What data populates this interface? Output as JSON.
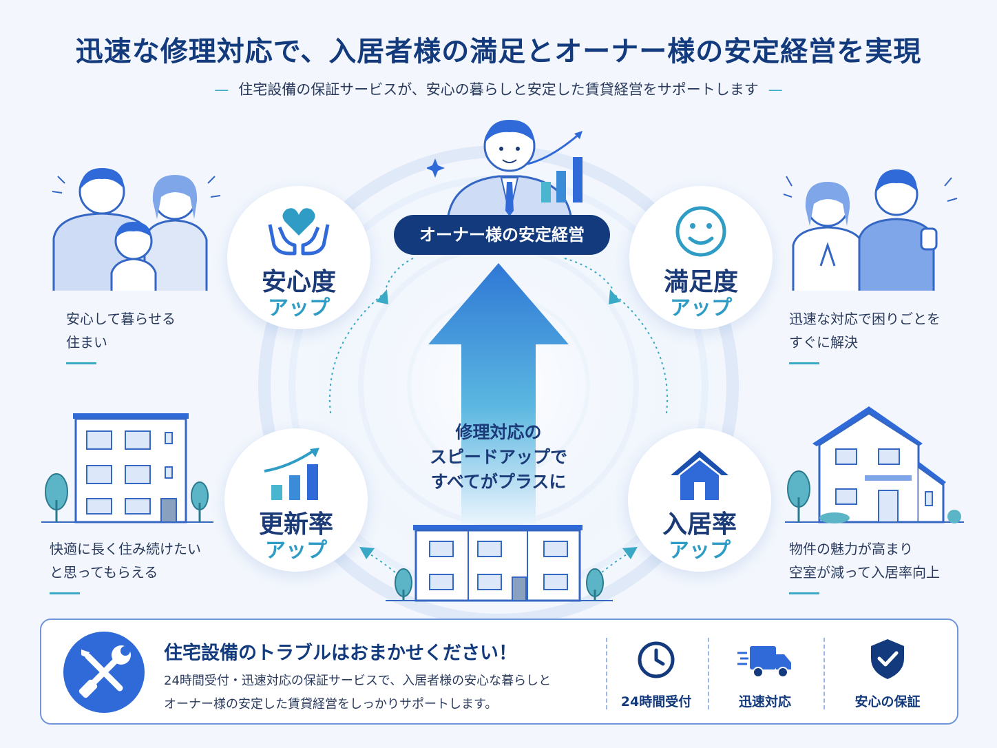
{
  "header": {
    "title": "迅速な修理対応で、入居者様の満足とオーナー様の安定経営を実現",
    "subtitle": "住宅設備の保証サービスが、安心の暮らしと安定した賃貸経営をサポートします",
    "subtitle_dash": "—"
  },
  "center": {
    "owner_label": "オーナー様の安定経営",
    "arrow_lines": [
      "修理対応の",
      "スピードアップで",
      "すべてがプラスに"
    ]
  },
  "benefits": [
    {
      "title": "安心度",
      "sub": "アップ",
      "icon": "heart-hands-icon",
      "desc": [
        "安心して暮らせる",
        "住まい"
      ]
    },
    {
      "title": "満足度",
      "sub": "アップ",
      "icon": "smile-icon",
      "desc": [
        "迅速な対応で困りごとを",
        "すぐに解決"
      ]
    },
    {
      "title": "更新率",
      "sub": "アップ",
      "icon": "growth-chart-icon",
      "desc": [
        "快適に長く住み続けたい",
        "と思ってもらえる"
      ]
    },
    {
      "title": "入居率",
      "sub": "アップ",
      "icon": "house-icon",
      "desc": [
        "物件の魅力が高まり",
        "空室が減って入居率向上"
      ]
    }
  ],
  "footer": {
    "heading": "住宅設備のトラブルはおまかせください！",
    "line1": "24時間受付・迅速対応の保証サービスで、入居者様の安心な暮らしと",
    "line2": "オーナー様の安定した賃貸経営をしっかりサポートします。",
    "features": [
      {
        "label": "24時間受付",
        "icon": "clock-icon"
      },
      {
        "label": "迅速対応",
        "icon": "truck-icon"
      },
      {
        "label": "安心の保証",
        "icon": "shield-check-icon"
      }
    ]
  },
  "colors": {
    "navy": "#123a7c",
    "blue": "#2f6ad8",
    "teal": "#3aa9c6",
    "light_blue": "#7fa6e8"
  }
}
